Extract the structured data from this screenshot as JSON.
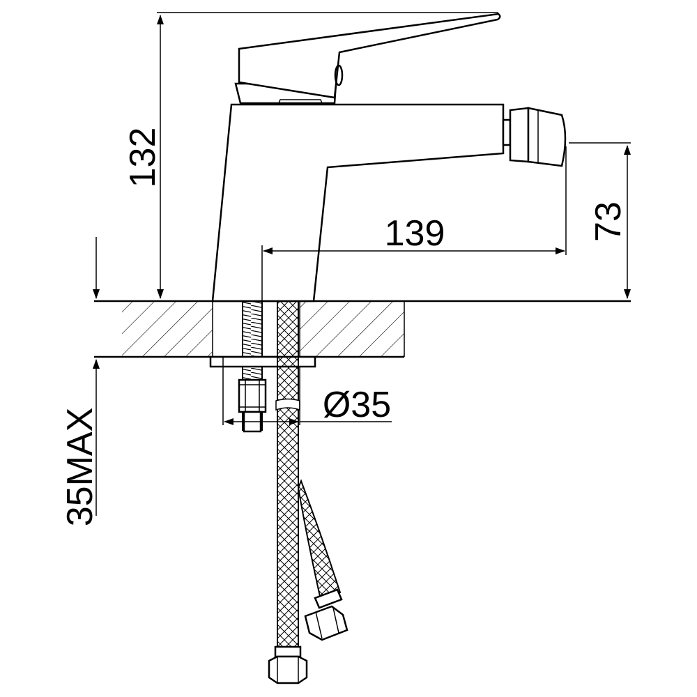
{
  "drawing": {
    "dimensions": {
      "overall_height": "132",
      "spout_reach": "139",
      "spout_height": "73",
      "hole_diameter": "Ø35",
      "deck_thickness": "35MAX"
    },
    "colors": {
      "line": "#000000",
      "background": "#ffffff"
    }
  }
}
